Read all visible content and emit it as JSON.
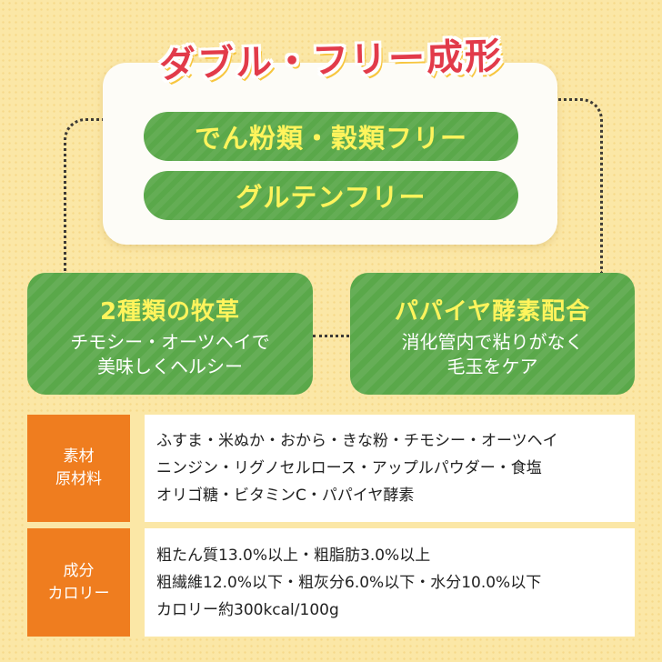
{
  "headline": "ダブル・フリー成形",
  "pills": [
    "でん粉類・穀類フリー",
    "グルテンフリー"
  ],
  "cards": [
    {
      "title": "2種類の牧草",
      "lines": [
        "チモシー・オーツヘイで",
        "美味しくヘルシー"
      ]
    },
    {
      "title": "パパイヤ酵素配合",
      "lines": [
        "消化管内で粘りがなく",
        "毛玉をケア"
      ]
    }
  ],
  "table": {
    "rows": [
      {
        "label": [
          "素材",
          "原材料"
        ],
        "lines": [
          "ふすま・米ぬか・おから・きな粉・チモシー・オーツヘイ",
          "ニンジン・リグノセルロース・アップルパウダー・食塩",
          "オリゴ糖・ビタミンC・パパイヤ酵素"
        ]
      },
      {
        "label": [
          "成分",
          "カロリー"
        ],
        "lines": [
          "粗たん質13.0%以上・粗脂肪3.0%以上",
          "粗繊維12.0%以下・粗灰分6.0%以下・水分10.0%以下",
          "カロリー約300kcal/100g"
        ]
      }
    ]
  },
  "colors": {
    "background": "#fbe7a6",
    "green": "#5aa84a",
    "yellow_text": "#fff45c",
    "red_headline": "#e23b4a",
    "orange_label": "#ef7d1f"
  }
}
